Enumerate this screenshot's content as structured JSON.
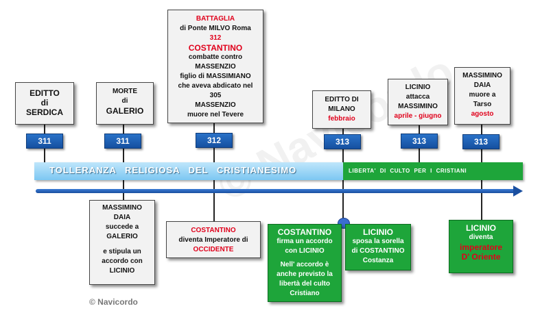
{
  "watermark": "© Navicordo",
  "copyright": "© Navicordo",
  "band": {
    "blue_label": "TOLLERANZA RELIGIOSA DEL CRISTIANESIMO",
    "green_label": "LIBERTA' DI CULTO PER I CRISTIANI"
  },
  "years": [
    "311",
    "311",
    "312",
    "313",
    "313",
    "313"
  ],
  "top_boxes": [
    {
      "lines": [
        "EDITTO",
        "di",
        "SERDICA"
      ]
    },
    {
      "lines": [
        "MORTE",
        "di",
        "GALERIO"
      ]
    },
    {
      "lines": [
        "BATTAGLIA",
        "di Ponte  MILVO Roma",
        "312",
        "COSTANTINO",
        "combatte  contro",
        "MASSENZIO",
        "figlio  di  MASSIMIANO",
        "che  aveva  abdicato nel",
        "305",
        "MASSENZIO",
        "muore  nel Tevere"
      ]
    },
    {
      "lines": [
        "EDITTO  DI",
        "MILANO",
        "febbraio"
      ]
    },
    {
      "lines": [
        "LICINIO",
        "attacca",
        "MASSIMINO",
        "aprile - giugno"
      ]
    },
    {
      "lines": [
        "MASSIMINO",
        "DAIA",
        "muore a",
        "Tarso",
        "agosto"
      ]
    }
  ],
  "bottom_boxes": [
    {
      "lines": [
        "MASSIMINO",
        "DAIA",
        "succede a",
        "GALERIO",
        "",
        "e stipula un",
        "accordo  con",
        "LICINIO"
      ]
    },
    {
      "lines": [
        "COSTANTINO",
        "diventa  Imperatore di",
        "OCCIDENTE"
      ]
    }
  ],
  "green_boxes": [
    {
      "lines": [
        "COSTANTINO",
        "firma  un  accordo",
        "con  LICINIO",
        "",
        "Nell' accordo è",
        "anche previsto la",
        "libertà  del  culto",
        "Cristiano"
      ]
    },
    {
      "lines": [
        "LICINIO",
        "sposa la sorella",
        "di COSTANTINO",
        "Costanza"
      ]
    },
    {
      "lines": [
        "LICINIO",
        "diventa",
        "imperatore",
        "D' Oriente"
      ]
    }
  ],
  "colors": {
    "accent_red": "#e0001b",
    "year_blue": "#1a5fb4",
    "green": "#1ea53a",
    "band_blue": "#9fd7f6"
  }
}
